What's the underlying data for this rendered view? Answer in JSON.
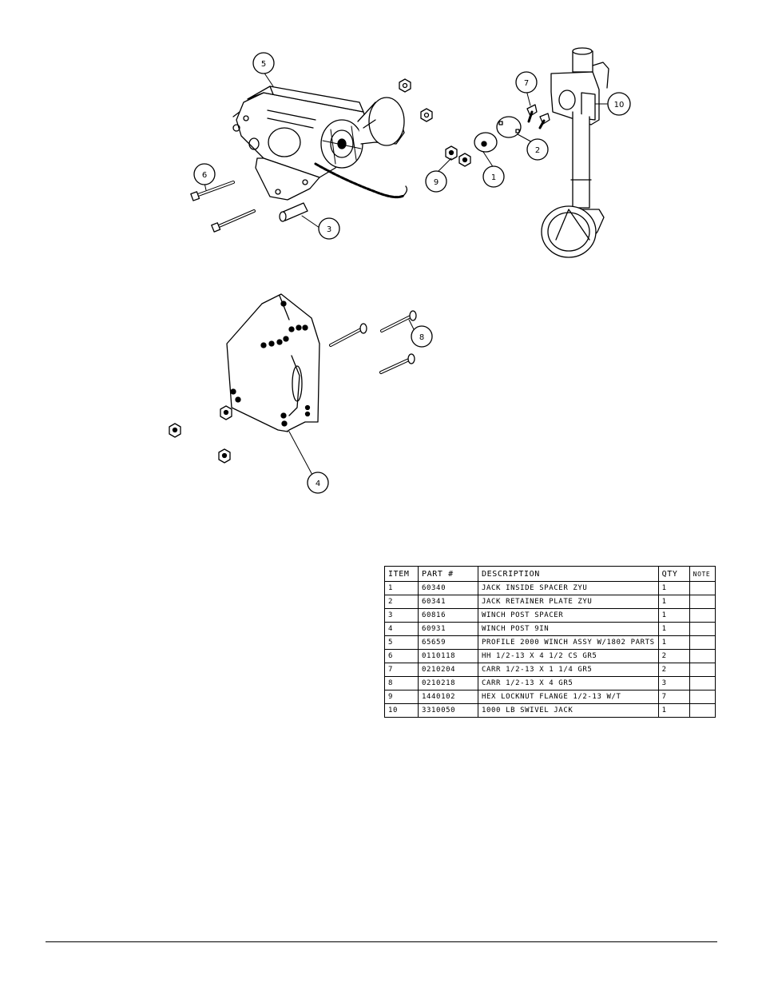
{
  "balloons": [
    {
      "id": "5",
      "label": "5"
    },
    {
      "id": "6",
      "label": "6"
    },
    {
      "id": "3",
      "label": "3"
    },
    {
      "id": "9",
      "label": "9"
    },
    {
      "id": "1",
      "label": "1"
    },
    {
      "id": "2",
      "label": "2"
    },
    {
      "id": "7",
      "label": "7"
    },
    {
      "id": "10",
      "label": "10"
    },
    {
      "id": "8",
      "label": "8"
    },
    {
      "id": "4",
      "label": "4"
    }
  ],
  "bom": {
    "headers": {
      "item": "ITEM",
      "part": "PART #",
      "description": "DESCRIPTION",
      "qty": "QTY",
      "note": "NOTE"
    },
    "rows": [
      {
        "item": "1",
        "part": "60340",
        "description": "JACK INSIDE SPACER ZYU",
        "qty": "1",
        "note": ""
      },
      {
        "item": "2",
        "part": "60341",
        "description": "JACK RETAINER PLATE ZYU",
        "qty": "1",
        "note": ""
      },
      {
        "item": "3",
        "part": "60816",
        "description": "WINCH POST SPACER",
        "qty": "1",
        "note": ""
      },
      {
        "item": "4",
        "part": "60931",
        "description": "WINCH POST 9IN",
        "qty": "1",
        "note": ""
      },
      {
        "item": "5",
        "part": "65659",
        "description": "PROFILE 2000 WINCH ASSY W/1802 PARTS",
        "qty": "1",
        "note": ""
      },
      {
        "item": "6",
        "part": "0110118",
        "description": "HH 1/2-13 X 4 1/2 CS GR5",
        "qty": "2",
        "note": ""
      },
      {
        "item": "7",
        "part": "0210204",
        "description": "CARR 1/2-13 X 1 1/4 GR5",
        "qty": "2",
        "note": ""
      },
      {
        "item": "8",
        "part": "0210218",
        "description": "CARR 1/2-13 X 4 GR5",
        "qty": "3",
        "note": ""
      },
      {
        "item": "9",
        "part": "1440102",
        "description": "HEX LOCKNUT FLANGE 1/2-13 W/T",
        "qty": "7",
        "note": ""
      },
      {
        "item": "10",
        "part": "3310050",
        "description": "1000 LB SWIVEL JACK",
        "qty": "1",
        "note": ""
      }
    ]
  }
}
